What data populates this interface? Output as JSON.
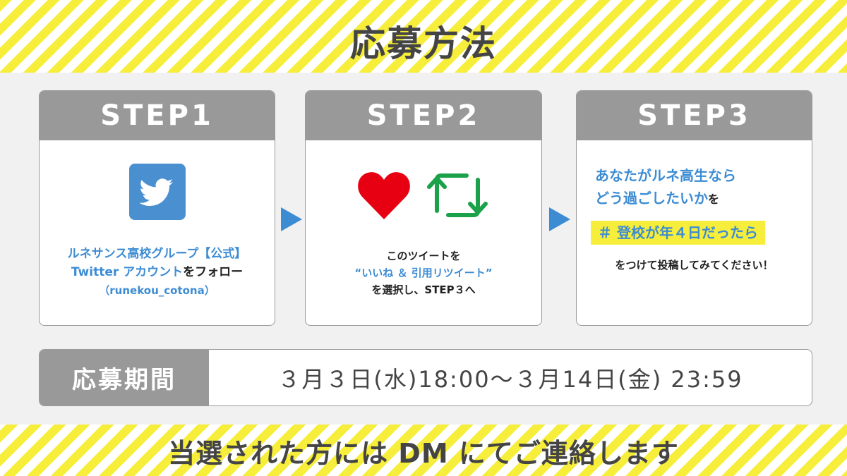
{
  "title": "応募方法",
  "steps": [
    {
      "label": "STEP1",
      "line1": "ルネサンス高校グループ【公式】",
      "line2_blue": "Twitter アカウント",
      "line2_black": "をフォロー",
      "handle": "（runekou_cotona）"
    },
    {
      "label": "STEP2",
      "line1": "このツイートを",
      "line2": "“いいね ＆ 引用リツイート”",
      "line3": "を選択し、STEP３へ"
    },
    {
      "label": "STEP3",
      "headline1": "あなたがルネ高生なら",
      "headline2": "どう過ごしたいか",
      "headline2_suffix": "を",
      "hashtag": "＃ 登校が年４日だったら",
      "tail": "をつけて投稿してみてください！"
    }
  ],
  "period": {
    "label": "応募期間",
    "value": "３月３日(水)18:00〜３月14日(金) 23:59"
  },
  "footer": "当選された方には DM にてご連絡します",
  "colors": {
    "stripe": "#f6ee3a",
    "gray": "#999999",
    "blue": "#3d8cd3",
    "heart": "#e60012",
    "retweet": "#1aa14a"
  }
}
